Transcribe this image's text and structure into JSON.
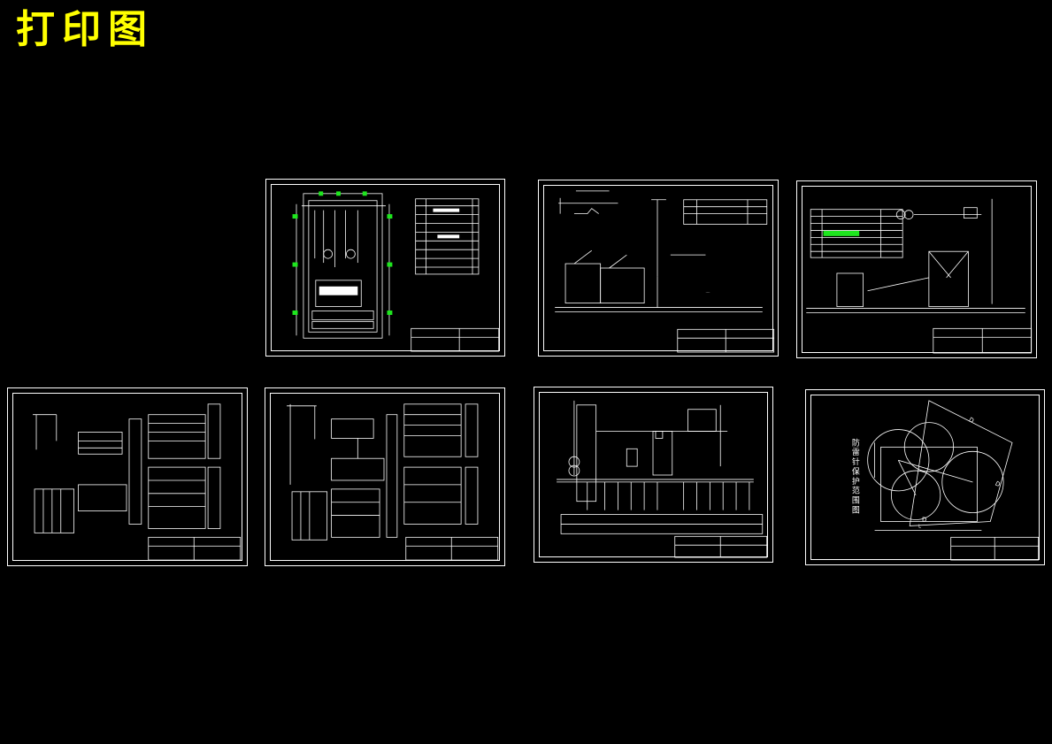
{
  "header": {
    "title": "打印图",
    "title_color": "#ffff00"
  },
  "canvas": {
    "background": "#000000",
    "line_color": "#ffffff",
    "accent_green": "#1ee61e"
  },
  "sheets": [
    {
      "id": "plan"
    },
    {
      "id": "section-1"
    },
    {
      "id": "section-2"
    },
    {
      "id": "schematic-1"
    },
    {
      "id": "schematic-2"
    },
    {
      "id": "single-line"
    },
    {
      "id": "lightning-protection",
      "labels": {
        "d1": "D",
        "d2": "D",
        "d3": "D",
        "bottom": "L",
        "vertical": "防雷针保护范围图"
      }
    }
  ]
}
